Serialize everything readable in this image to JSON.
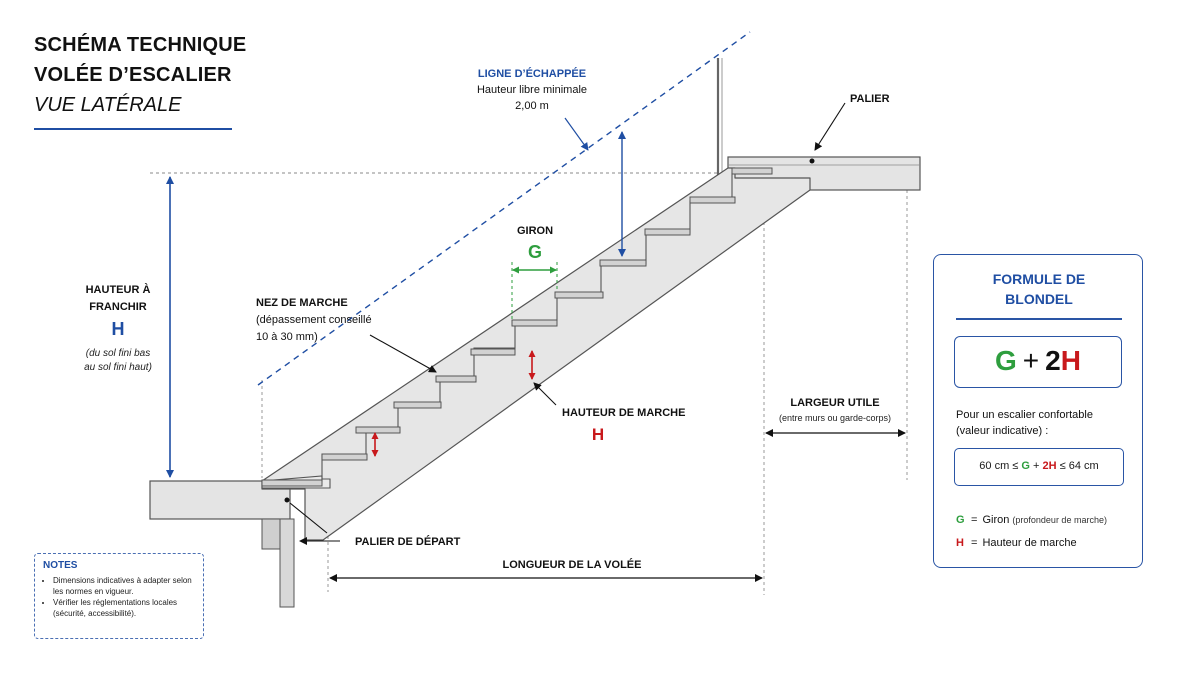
{
  "title": {
    "line1": "SCHÉMA TECHNIQUE",
    "line2": "VOLÉE D’ESCALIER",
    "line3": "VUE LATÉRALE"
  },
  "labels": {
    "ligne_echappee": {
      "title": "LIGNE D’ÉCHAPPÉE",
      "line2": "Hauteur libre minimale",
      "line3": "2,00 m"
    },
    "palier": "PALIER",
    "giron": {
      "title": "GIRON",
      "symbol": "G"
    },
    "hauteur_franchir": {
      "line1": "HAUTEUR À",
      "line2": "FRANCHIR",
      "symbol": "H",
      "note1": "(du sol fini bas",
      "note2": "au sol fini haut)"
    },
    "nez_marche": {
      "title": "NEZ DE MARCHE",
      "line2": "(dépassement conseillé",
      "line3": "10 à 30 mm)"
    },
    "hauteur_marche": {
      "title": "HAUTEUR DE MARCHE",
      "symbol": "H"
    },
    "largeur_utile": {
      "title": "LARGEUR UTILE",
      "note": "(entre murs ou garde-corps)"
    },
    "palier_depart": "PALIER DE DÉPART",
    "longueur_volee": "LONGUEUR DE LA VOLÉE"
  },
  "notes": {
    "title": "NOTES",
    "items": [
      "Dimensions indicatives à adapter selon les normes en vigueur.",
      "Vérifier les réglementations locales (sécurité, accessibilité)."
    ]
  },
  "formula": {
    "title_line1": "FORMULE DE",
    "title_line2": "BLONDEL",
    "main": {
      "g": "G",
      "plus": "+",
      "two": "2",
      "h": "H"
    },
    "note_line1": "Pour un escalier confortable",
    "note_line2": "(valeur indicative) :",
    "range": {
      "prefix": "60 cm ≤",
      "g": "G",
      "plus": "+",
      "two_h": "2H",
      "suffix": "≤ 64 cm"
    },
    "legend": [
      {
        "symbol": "G",
        "eq": "=",
        "text": "Giron",
        "detail": "(profondeur de marche)"
      },
      {
        "symbol": "H",
        "eq": "=",
        "text": "Hauteur de marche",
        "detail": ""
      }
    ]
  },
  "colors": {
    "blue": "#1f4ea3",
    "green": "#2e9e3e",
    "red": "#c8191c",
    "concrete": "#e4e4e4",
    "outline": "#555555"
  }
}
